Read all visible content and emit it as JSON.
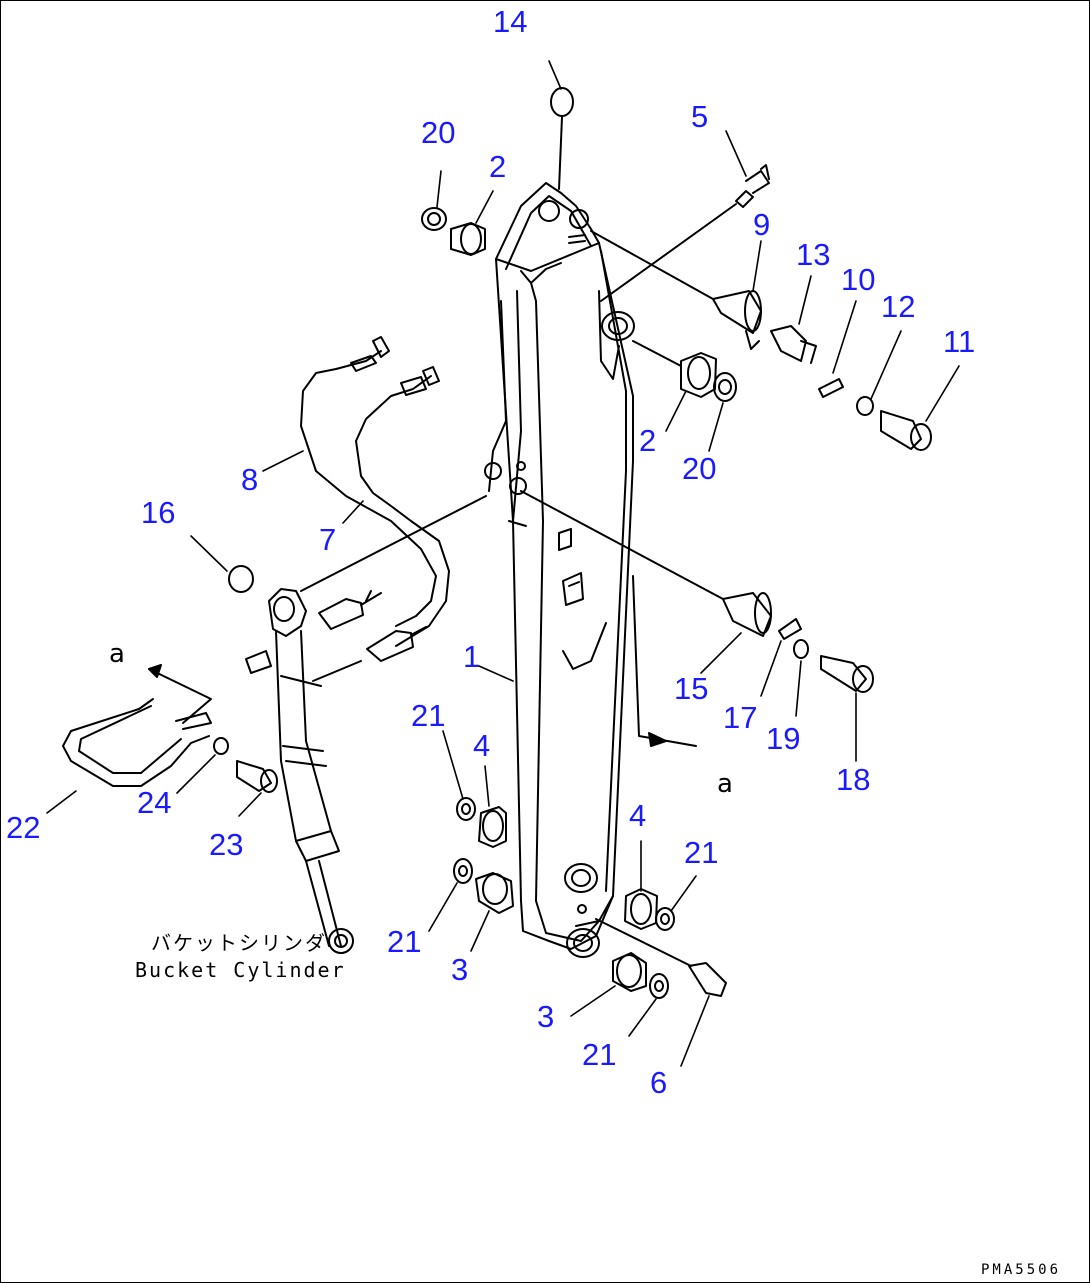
{
  "diagram": {
    "part_numbers": [
      "1",
      "2",
      "2",
      "3",
      "3",
      "4",
      "4",
      "5",
      "6",
      "7",
      "8",
      "9",
      "10",
      "11",
      "12",
      "13",
      "14",
      "15",
      "16",
      "17",
      "18",
      "19",
      "20",
      "20",
      "21",
      "21",
      "21",
      "21",
      "22",
      "23",
      "24"
    ],
    "view_marker": "a",
    "view_marker_2": "a",
    "cylinder_label_jp": "バケットシリンダ",
    "cylinder_label_en": "Bucket Cylinder",
    "drawing_code": "PMA5506",
    "label_color": "#1a1aff",
    "line_color": "#000000"
  }
}
